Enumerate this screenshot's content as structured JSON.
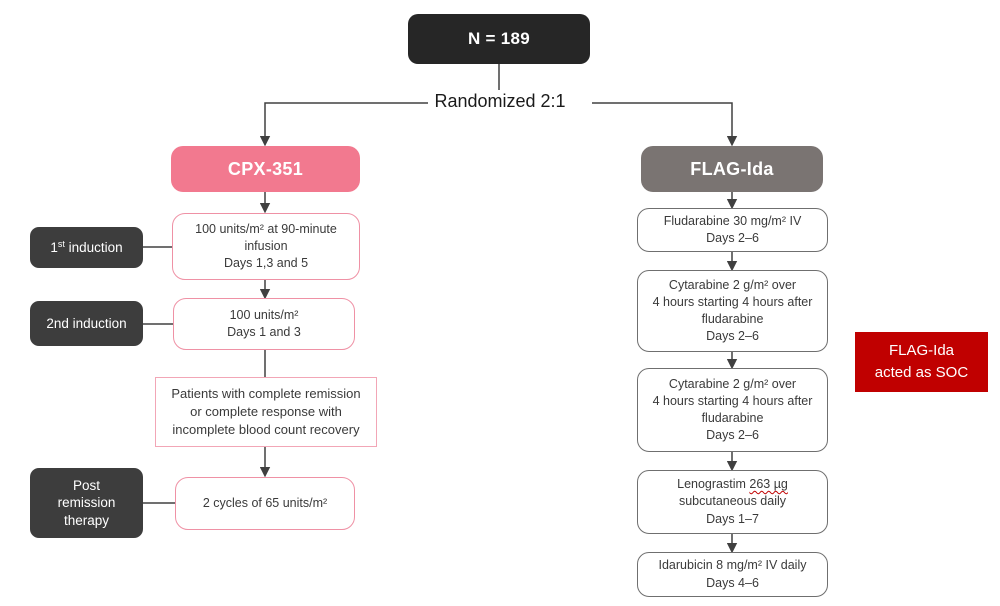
{
  "diagram_title": "Clinical trial design flowchart",
  "colors": {
    "root_box": "#262626",
    "cpx_arm": "#f2798f",
    "flag_arm": "#7a7472",
    "side_label": "#3d3d3d",
    "annotation_red": "#c00000",
    "pink_border": "#ef91a5",
    "gray_border": "#6f6f6f",
    "line": "#404040"
  },
  "root_box": {
    "label": "N = 189"
  },
  "randomized_label": "Randomized 2:1",
  "left_branch": {
    "header": "CPX-351",
    "induction1_box": {
      "lines": [
        "100 units/m² at 90-minute",
        "infusion",
        "Days 1,3 and 5"
      ]
    },
    "induction2_box": {
      "lines": [
        "100 units/m²",
        "Days 1 and 3"
      ]
    },
    "remission_criteria_box": {
      "lines": [
        "Patients with complete remission",
        "or complete response with",
        "incomplete blood count recovery"
      ]
    },
    "post_remission_box": {
      "lines": [
        "2 cycles of 65 units/m²"
      ]
    },
    "side_labels": {
      "first_induction": {
        "num": "1",
        "sup": "st",
        "rest": " induction"
      },
      "second_induction": "2nd induction",
      "post_remission": {
        "lines": [
          "Post",
          "remission",
          "therapy"
        ]
      }
    }
  },
  "right_branch": {
    "header": "FLAG-Ida",
    "fludarabine_box": {
      "lines": [
        "Fludarabine 30 mg/m² IV",
        "Days 2–6"
      ]
    },
    "cytarabine_box_1": {
      "lines": [
        "Cytarabine 2 g/m² over",
        "4 hours starting 4 hours after",
        "fludarabine",
        "Days 2–6"
      ]
    },
    "cytarabine_box_2": {
      "lines": [
        "Cytarabine 2 g/m² over",
        "4 hours starting 4 hours after",
        "fludarabine",
        "Days 2–6"
      ]
    },
    "lenograstim_box": {
      "line1_pre": "Lenograstim ",
      "line1_underlined": "263 µg",
      "lines": [
        "subcutaneous daily",
        "Days 1–7"
      ]
    },
    "idarubicin_box": {
      "lines": [
        "Idarubicin 8 mg/m² IV daily",
        "Days 4–6"
      ]
    }
  },
  "annotation_box": {
    "lines": [
      "FLAG-Ida",
      "acted as SOC"
    ]
  }
}
